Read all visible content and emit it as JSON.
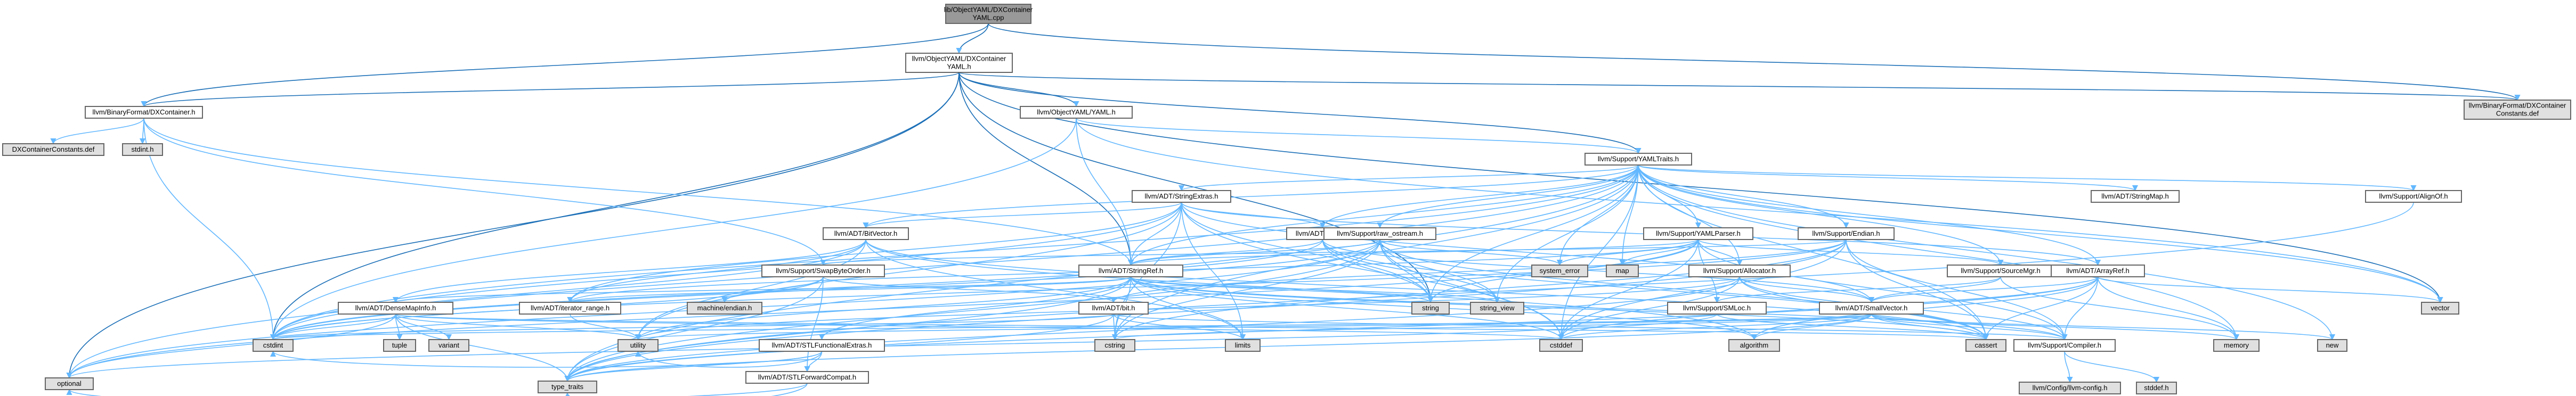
{
  "diagram": {
    "type": "include-dependency-graph",
    "colors": {
      "root_fill": "#999999",
      "normal_fill": "#ffffff",
      "system_fill": "#e0e0e0",
      "missing_border": "#ff0000",
      "edge": "#63b8ff",
      "edge_dark": "#1b6fb7"
    },
    "nodes": [
      {
        "id": "root",
        "label": "lib/ObjectYAML/DXContainer\nYAML.cpp",
        "kind": "root"
      },
      {
        "id": "dxyaml",
        "label": "llvm/ObjectYAML/DXContainer\nYAML.h",
        "kind": "normal"
      },
      {
        "id": "bfdx",
        "label": "llvm/BinaryFormat/DXContainer.h",
        "kind": "normal"
      },
      {
        "id": "dxconstdef",
        "label": "llvm/BinaryFormat/DXContainer\nConstants.def",
        "kind": "system"
      },
      {
        "id": "dxconstdef2",
        "label": "DXContainerConstants.def",
        "kind": "system"
      },
      {
        "id": "stdinth",
        "label": "stdint.h",
        "kind": "system"
      },
      {
        "id": "objyaml",
        "label": "llvm/ObjectYAML/YAML.h",
        "kind": "normal"
      },
      {
        "id": "yamltraits",
        "label": "llvm/Support/YAMLTraits.h",
        "kind": "normal"
      },
      {
        "id": "stringextras",
        "label": "llvm/ADT/StringExtras.h",
        "kind": "missing"
      },
      {
        "id": "bitvector",
        "label": "llvm/ADT/BitVector.h",
        "kind": "missing"
      },
      {
        "id": "twine",
        "label": "llvm/ADT/Twine.h",
        "kind": "missing"
      },
      {
        "id": "rawostream",
        "label": "llvm/Support/raw_ostream.h",
        "kind": "missing"
      },
      {
        "id": "yamlparser",
        "label": "llvm/Support/YAMLParser.h",
        "kind": "missing"
      },
      {
        "id": "endian",
        "label": "llvm/Support/Endian.h",
        "kind": "normal"
      },
      {
        "id": "stringmap",
        "label": "llvm/ADT/StringMap.h",
        "kind": "missing"
      },
      {
        "id": "alignof",
        "label": "llvm/Support/AlignOf.h",
        "kind": "normal"
      },
      {
        "id": "swapbyte",
        "label": "llvm/Support/SwapByteOrder.h",
        "kind": "normal"
      },
      {
        "id": "stringref",
        "label": "llvm/ADT/StringRef.h",
        "kind": "normal"
      },
      {
        "id": "allocator",
        "label": "llvm/Support/Allocator.h",
        "kind": "missing"
      },
      {
        "id": "sourcemgr",
        "label": "llvm/Support/SourceMgr.h",
        "kind": "missing"
      },
      {
        "id": "arrayref",
        "label": "llvm/ADT/ArrayRef.h",
        "kind": "missing"
      },
      {
        "id": "densemapinfo",
        "label": "llvm/ADT/DenseMapInfo.h",
        "kind": "missing"
      },
      {
        "id": "iterrange",
        "label": "llvm/ADT/iterator_range.h",
        "kind": "normal"
      },
      {
        "id": "machineendian",
        "label": "machine/endian.h",
        "kind": "system"
      },
      {
        "id": "stlfunc",
        "label": "llvm/ADT/STLFunctionalExtras.h",
        "kind": "normal"
      },
      {
        "id": "bith",
        "label": "llvm/ADT/bit.h",
        "kind": "normal"
      },
      {
        "id": "smloc",
        "label": "llvm/Support/SMLoc.h",
        "kind": "normal"
      },
      {
        "id": "smallvector",
        "label": "llvm/ADT/SmallVector.h",
        "kind": "missing"
      },
      {
        "id": "compiler",
        "label": "llvm/Support/Compiler.h",
        "kind": "normal"
      },
      {
        "id": "stlforward",
        "label": "llvm/ADT/STLForwardCompat.h",
        "kind": "normal"
      },
      {
        "id": "llvmconfig",
        "label": "llvm/Config/llvm-config.h",
        "kind": "system"
      },
      {
        "id": "stddefh",
        "label": "stddef.h",
        "kind": "system"
      },
      {
        "id": "systemerror",
        "label": "system_error",
        "kind": "system"
      },
      {
        "id": "map",
        "label": "map",
        "kind": "system"
      },
      {
        "id": "string",
        "label": "string",
        "kind": "system"
      },
      {
        "id": "stringview",
        "label": "string_view",
        "kind": "system"
      },
      {
        "id": "vector",
        "label": "vector",
        "kind": "system"
      },
      {
        "id": "new",
        "label": "new",
        "kind": "system"
      },
      {
        "id": "memory",
        "label": "memory",
        "kind": "system"
      },
      {
        "id": "cassert",
        "label": "cassert",
        "kind": "system"
      },
      {
        "id": "cstddef",
        "label": "cstddef",
        "kind": "system"
      },
      {
        "id": "cstdint",
        "label": "cstdint",
        "kind": "system"
      },
      {
        "id": "cstring",
        "label": "cstring",
        "kind": "system"
      },
      {
        "id": "climits",
        "label": "limits",
        "kind": "system"
      },
      {
        "id": "algorithm",
        "label": "algorithm",
        "kind": "system"
      },
      {
        "id": "utility",
        "label": "utility",
        "kind": "system"
      },
      {
        "id": "tuple",
        "label": "tuple",
        "kind": "system"
      },
      {
        "id": "variant",
        "label": "variant",
        "kind": "system"
      },
      {
        "id": "optional",
        "label": "optional",
        "kind": "system"
      },
      {
        "id": "typetraits",
        "label": "type_traits",
        "kind": "system"
      }
    ],
    "edges": [
      [
        "root",
        "dxyaml"
      ],
      [
        "root",
        "bfdx"
      ],
      [
        "root",
        "dxconstdef"
      ],
      [
        "dxyaml",
        "bfdx"
      ],
      [
        "dxyaml",
        "objyaml"
      ],
      [
        "dxyaml",
        "yamltraits"
      ],
      [
        "dxyaml",
        "dxconstdef"
      ],
      [
        "dxyaml",
        "optional"
      ],
      [
        "dxyaml",
        "cstdint"
      ],
      [
        "dxyaml",
        "stringref"
      ],
      [
        "dxyaml",
        "vector"
      ],
      [
        "dxyaml",
        "string"
      ],
      [
        "bfdx",
        "dxconstdef2"
      ],
      [
        "bfdx",
        "stdinth"
      ],
      [
        "bfdx",
        "swapbyte"
      ],
      [
        "bfdx",
        "stringref"
      ],
      [
        "bfdx",
        "cstdint"
      ],
      [
        "objyaml",
        "yamltraits"
      ],
      [
        "objyaml",
        "stringref"
      ],
      [
        "objyaml",
        "cstdint"
      ],
      [
        "objyaml",
        "vector"
      ],
      [
        "yamltraits",
        "stringextras"
      ],
      [
        "yamltraits",
        "bitvector"
      ],
      [
        "yamltraits",
        "twine"
      ],
      [
        "yamltraits",
        "rawostream"
      ],
      [
        "yamltraits",
        "yamlparser"
      ],
      [
        "yamltraits",
        "endian"
      ],
      [
        "yamltraits",
        "stringmap"
      ],
      [
        "yamltraits",
        "alignof"
      ],
      [
        "yamltraits",
        "arrayref"
      ],
      [
        "yamltraits",
        "stringref"
      ],
      [
        "yamltraits",
        "allocator"
      ],
      [
        "yamltraits",
        "sourcemgr"
      ],
      [
        "yamltraits",
        "systemerror"
      ],
      [
        "yamltraits",
        "map"
      ],
      [
        "yamltraits",
        "string"
      ],
      [
        "yamltraits",
        "vector"
      ],
      [
        "yamltraits",
        "new"
      ],
      [
        "yamltraits",
        "memory"
      ],
      [
        "yamltraits",
        "cassert"
      ],
      [
        "yamltraits",
        "optional"
      ],
      [
        "yamltraits",
        "typetraits"
      ],
      [
        "yamltraits",
        "cstddef"
      ],
      [
        "yamltraits",
        "cstdint"
      ],
      [
        "yamltraits",
        "cstring"
      ],
      [
        "yamltraits",
        "stringview"
      ],
      [
        "stringextras",
        "arrayref"
      ],
      [
        "stringextras",
        "smallvector"
      ],
      [
        "stringextras",
        "stringref"
      ],
      [
        "stringextras",
        "twine"
      ],
      [
        "stringextras",
        "cstddef"
      ],
      [
        "stringextras",
        "cstdint"
      ],
      [
        "stringextras",
        "cstring"
      ],
      [
        "stringextras",
        "climits"
      ],
      [
        "stringextras",
        "string"
      ],
      [
        "stringextras",
        "utility"
      ],
      [
        "stringextras",
        "iterrange"
      ],
      [
        "stringextras",
        "bitvector"
      ],
      [
        "bitvector",
        "densemapinfo"
      ],
      [
        "bitvector",
        "iterrange"
      ],
      [
        "bitvector",
        "algorithm"
      ],
      [
        "bitvector",
        "cassert"
      ],
      [
        "bitvector",
        "climits"
      ],
      [
        "bitvector",
        "cstdint"
      ],
      [
        "bitvector",
        "cstdlib"
      ],
      [
        "bitvector",
        "utility"
      ],
      [
        "twine",
        "smallvector"
      ],
      [
        "twine",
        "stringref"
      ],
      [
        "twine",
        "cassert"
      ],
      [
        "twine",
        "cstdint"
      ],
      [
        "twine",
        "string"
      ],
      [
        "twine",
        "stringview"
      ],
      [
        "rawostream",
        "stringref"
      ],
      [
        "rawostream",
        "cassert"
      ],
      [
        "rawostream",
        "cstddef"
      ],
      [
        "rawostream",
        "cstdint"
      ],
      [
        "rawostream",
        "cstring"
      ],
      [
        "rawostream",
        "optional"
      ],
      [
        "rawostream",
        "string"
      ],
      [
        "rawostream",
        "stringview"
      ],
      [
        "rawostream",
        "systemerror"
      ],
      [
        "rawostream",
        "typetraits"
      ],
      [
        "yamlparser",
        "allocator"
      ],
      [
        "yamlparser",
        "smloc"
      ],
      [
        "yamlparser",
        "sourcemgr"
      ],
      [
        "yamlparser",
        "stringref"
      ],
      [
        "yamlparser",
        "cstddef"
      ],
      [
        "yamlparser",
        "iterrange"
      ],
      [
        "yamlparser",
        "map"
      ],
      [
        "yamlparser",
        "optional"
      ],
      [
        "yamlparser",
        "string"
      ],
      [
        "yamlparser",
        "systemerror"
      ],
      [
        "yamlparser",
        "compiler"
      ],
      [
        "endian",
        "compiler"
      ],
      [
        "endian",
        "swapbyte"
      ],
      [
        "endian",
        "cassert"
      ],
      [
        "endian",
        "cstddef"
      ],
      [
        "endian",
        "cstdint"
      ],
      [
        "endian",
        "cstring"
      ],
      [
        "endian",
        "typetraits"
      ],
      [
        "endian",
        "bith"
      ],
      [
        "alignof",
        "typetraits"
      ],
      [
        "swapbyte",
        "stlforward"
      ],
      [
        "swapbyte",
        "bith"
      ],
      [
        "swapbyte",
        "cstdint"
      ],
      [
        "swapbyte",
        "typetraits"
      ],
      [
        "swapbyte",
        "machineendian"
      ],
      [
        "stringref",
        "densemapinfo"
      ],
      [
        "stringref",
        "stlfunc"
      ],
      [
        "stringref",
        "iterrange"
      ],
      [
        "stringref",
        "compiler"
      ],
      [
        "stringref",
        "algorithm"
      ],
      [
        "stringref",
        "cassert"
      ],
      [
        "stringref",
        "cstddef"
      ],
      [
        "stringref",
        "cstring"
      ],
      [
        "stringref",
        "climits"
      ],
      [
        "stringref",
        "string"
      ],
      [
        "stringref",
        "stringview"
      ],
      [
        "stringref",
        "typetraits"
      ],
      [
        "stringref",
        "utility"
      ],
      [
        "allocator",
        "smallvector"
      ],
      [
        "allocator",
        "compiler"
      ],
      [
        "allocator",
        "cassert"
      ],
      [
        "allocator",
        "cstddef"
      ],
      [
        "allocator",
        "typetraits"
      ],
      [
        "allocator",
        "utility"
      ],
      [
        "sourcemgr",
        "smloc"
      ],
      [
        "sourcemgr",
        "smallvector"
      ],
      [
        "sourcemgr",
        "memory"
      ],
      [
        "arrayref",
        "smallvector"
      ],
      [
        "arrayref",
        "compiler"
      ],
      [
        "arrayref",
        "algorithm"
      ],
      [
        "arrayref",
        "cassert"
      ],
      [
        "arrayref",
        "cstddef"
      ],
      [
        "arrayref",
        "memory"
      ],
      [
        "arrayref",
        "typetraits"
      ],
      [
        "arrayref",
        "vector"
      ],
      [
        "densemapinfo",
        "cassert"
      ],
      [
        "densemapinfo",
        "cstddef"
      ],
      [
        "densemapinfo",
        "cstdint"
      ],
      [
        "densemapinfo",
        "tuple"
      ],
      [
        "densemapinfo",
        "typetraits"
      ],
      [
        "densemapinfo",
        "utility"
      ],
      [
        "densemapinfo",
        "variant"
      ],
      [
        "densemapinfo",
        "optional"
      ],
      [
        "iterrange",
        "utility"
      ],
      [
        "stlfunc",
        "stlforward"
      ],
      [
        "stlfunc",
        "cstdint"
      ],
      [
        "stlfunc",
        "typetraits"
      ],
      [
        "stlfunc",
        "utility"
      ],
      [
        "bith",
        "compiler"
      ],
      [
        "bith",
        "cstdint"
      ],
      [
        "bith",
        "climits"
      ],
      [
        "bith",
        "typetraits"
      ],
      [
        "bith",
        "cstring"
      ],
      [
        "smloc",
        "cassert"
      ],
      [
        "smloc",
        "optional"
      ],
      [
        "smallvector",
        "compiler"
      ],
      [
        "smallvector",
        "algorithm"
      ],
      [
        "smallvector",
        "cassert"
      ],
      [
        "smallvector",
        "cstddef"
      ],
      [
        "smallvector",
        "cstdint"
      ],
      [
        "smallvector",
        "cstring"
      ],
      [
        "smallvector",
        "limits"
      ],
      [
        "smallvector",
        "memory"
      ],
      [
        "smallvector",
        "new"
      ],
      [
        "smallvector",
        "typetraits"
      ],
      [
        "smallvector",
        "utility"
      ],
      [
        "compiler",
        "llvmconfig"
      ],
      [
        "compiler",
        "stddefh"
      ],
      [
        "stlforward",
        "optional"
      ],
      [
        "stlforward",
        "typetraits"
      ]
    ]
  }
}
